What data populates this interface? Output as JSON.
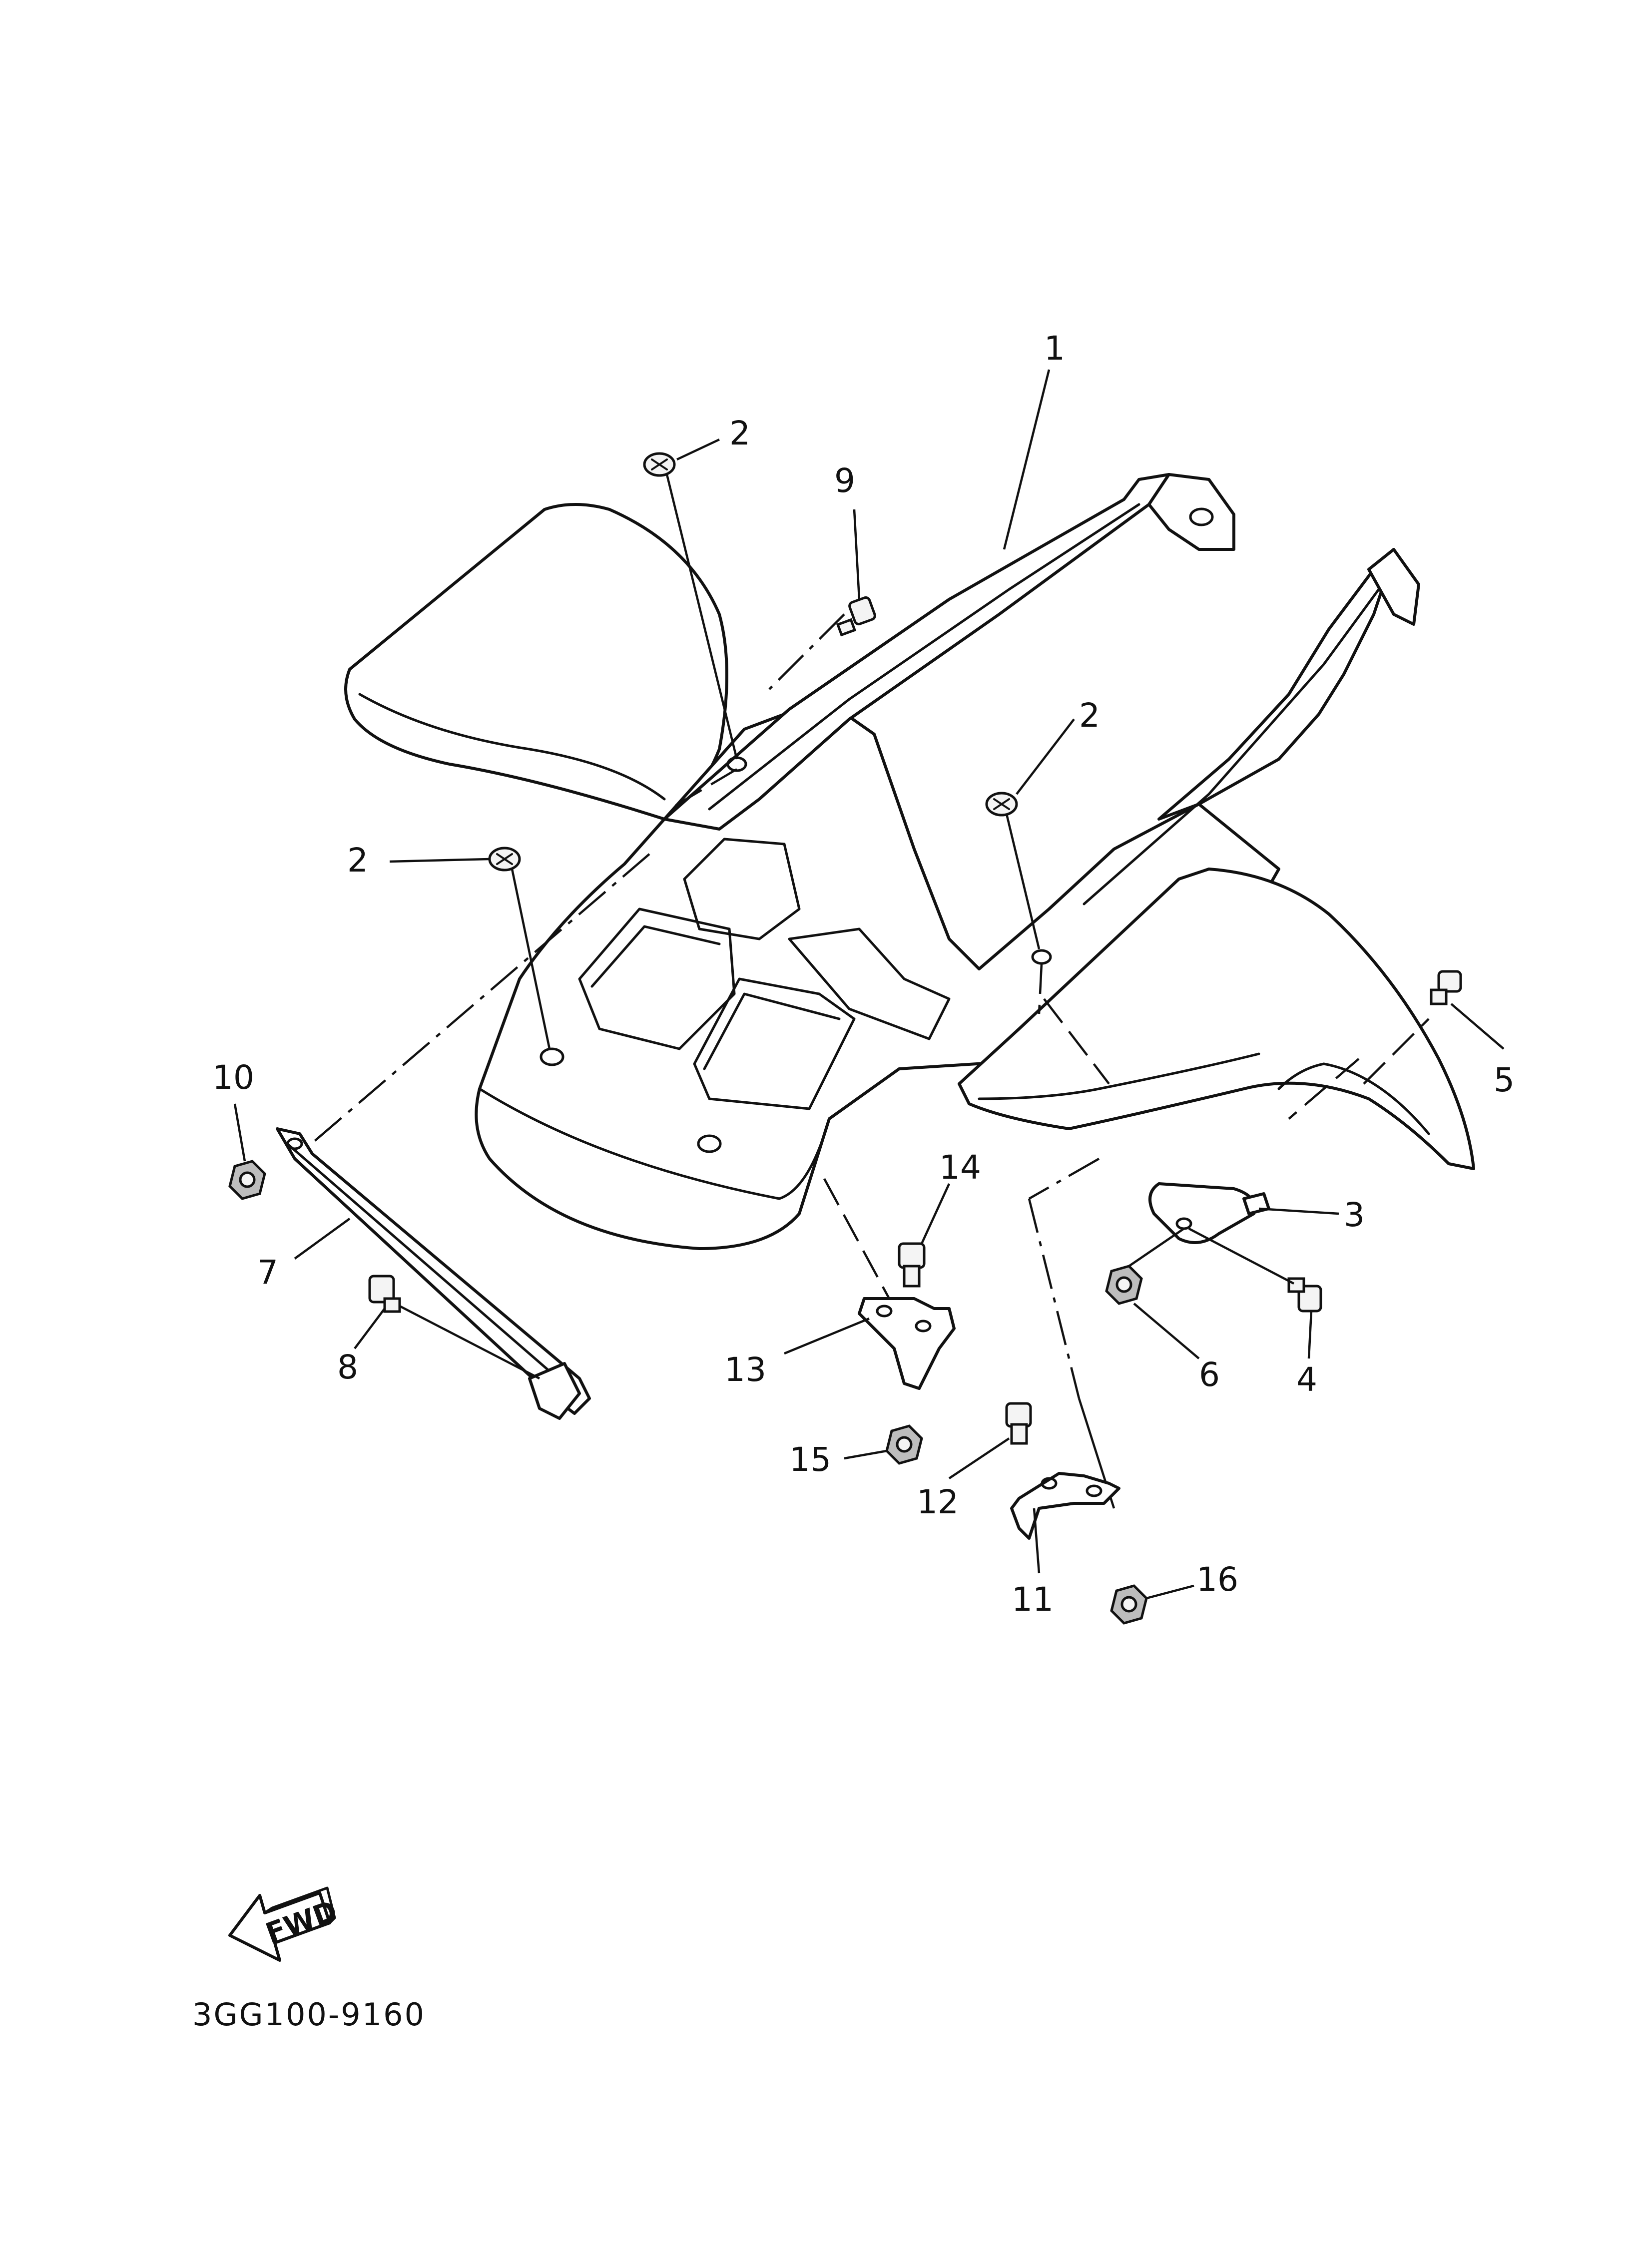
{
  "diagram": {
    "drawing_code": "3GG100-9160",
    "direction_label": "FWD",
    "callouts": {
      "c1": "1",
      "c2a": "2",
      "c2b": "2",
      "c2c": "2",
      "c3": "3",
      "c4": "4",
      "c5": "5",
      "c6": "6",
      "c7": "7",
      "c8": "8",
      "c9": "9",
      "c10": "10",
      "c11": "11",
      "c12": "12",
      "c13": "13",
      "c14": "14",
      "c15": "15",
      "c16": "16"
    }
  }
}
